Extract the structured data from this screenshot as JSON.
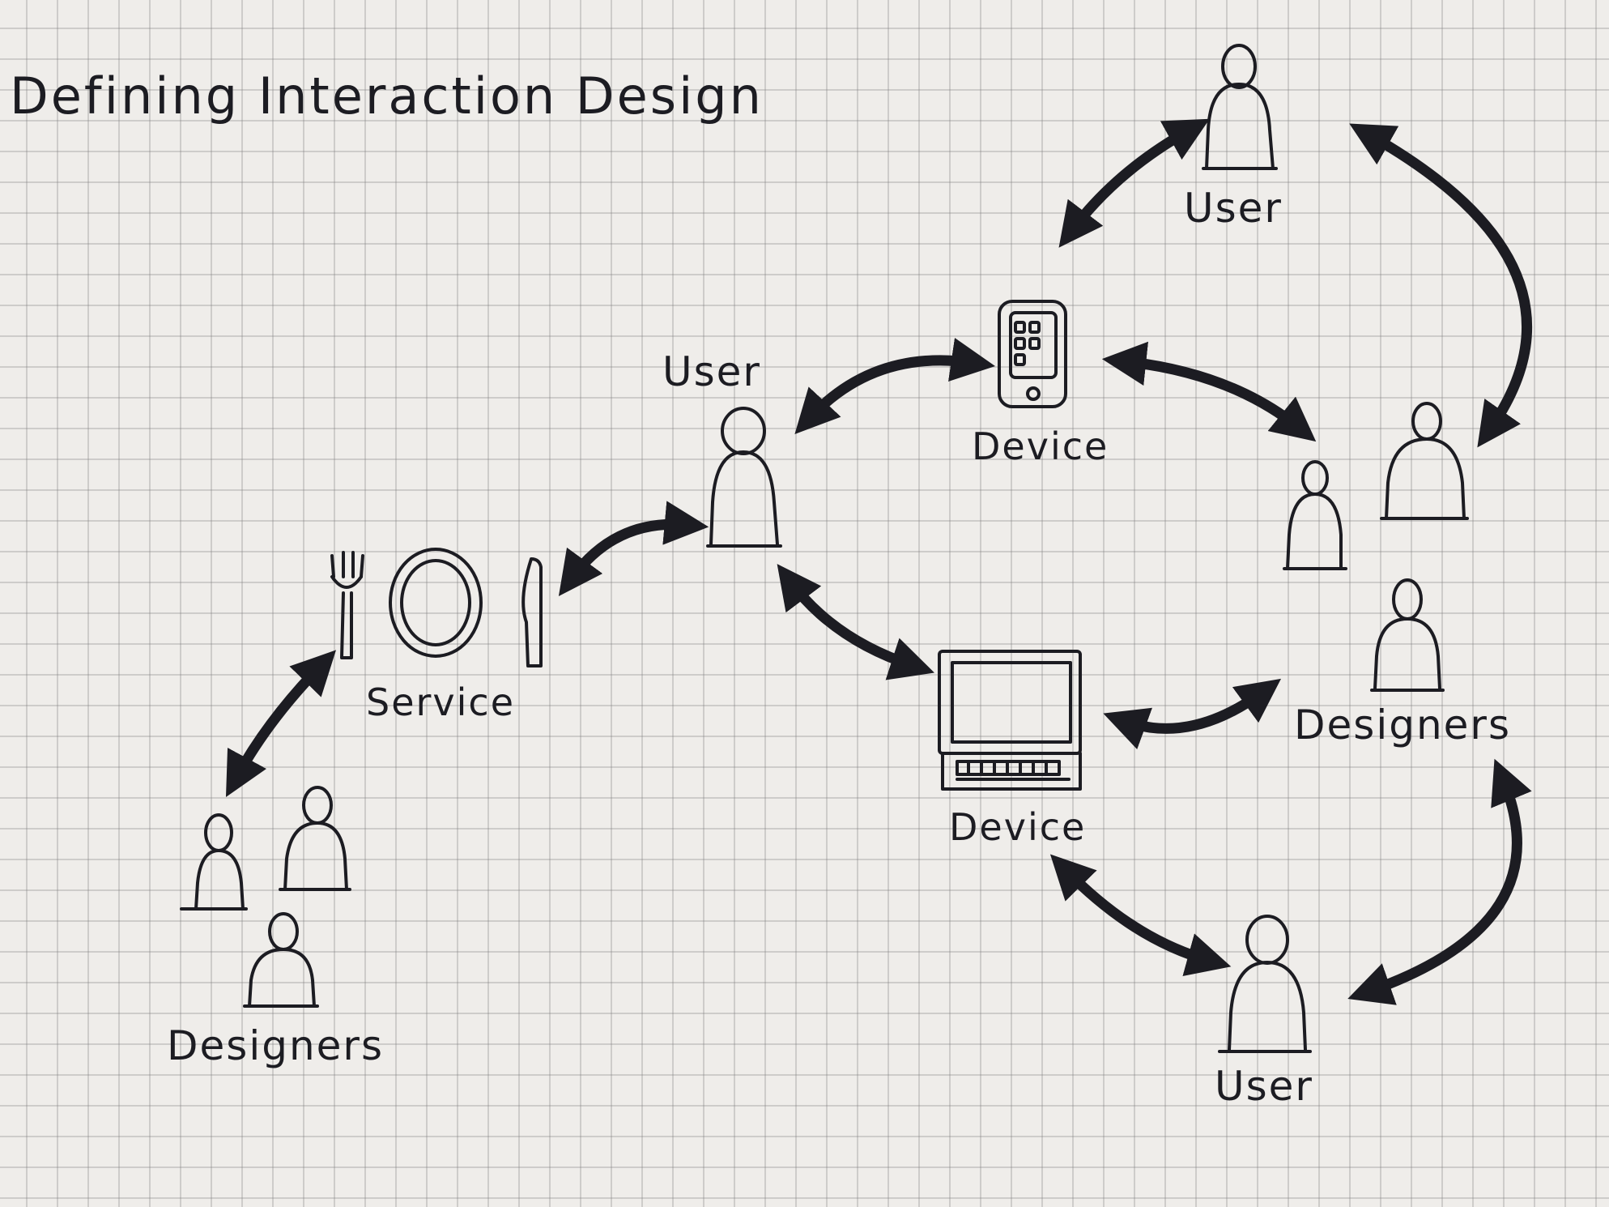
{
  "title": "Defining Interaction Design",
  "nodes": {
    "user_top": "User",
    "user_center": "User",
    "user_bottom": "User",
    "device_phone": "Device",
    "device_laptop": "Device",
    "service": "Service",
    "designers_left": "Designers",
    "designers_right": "Designers"
  },
  "colors": {
    "ink": "#1c1c22",
    "paper": "#efedea",
    "grid": "#8a8a8a"
  }
}
